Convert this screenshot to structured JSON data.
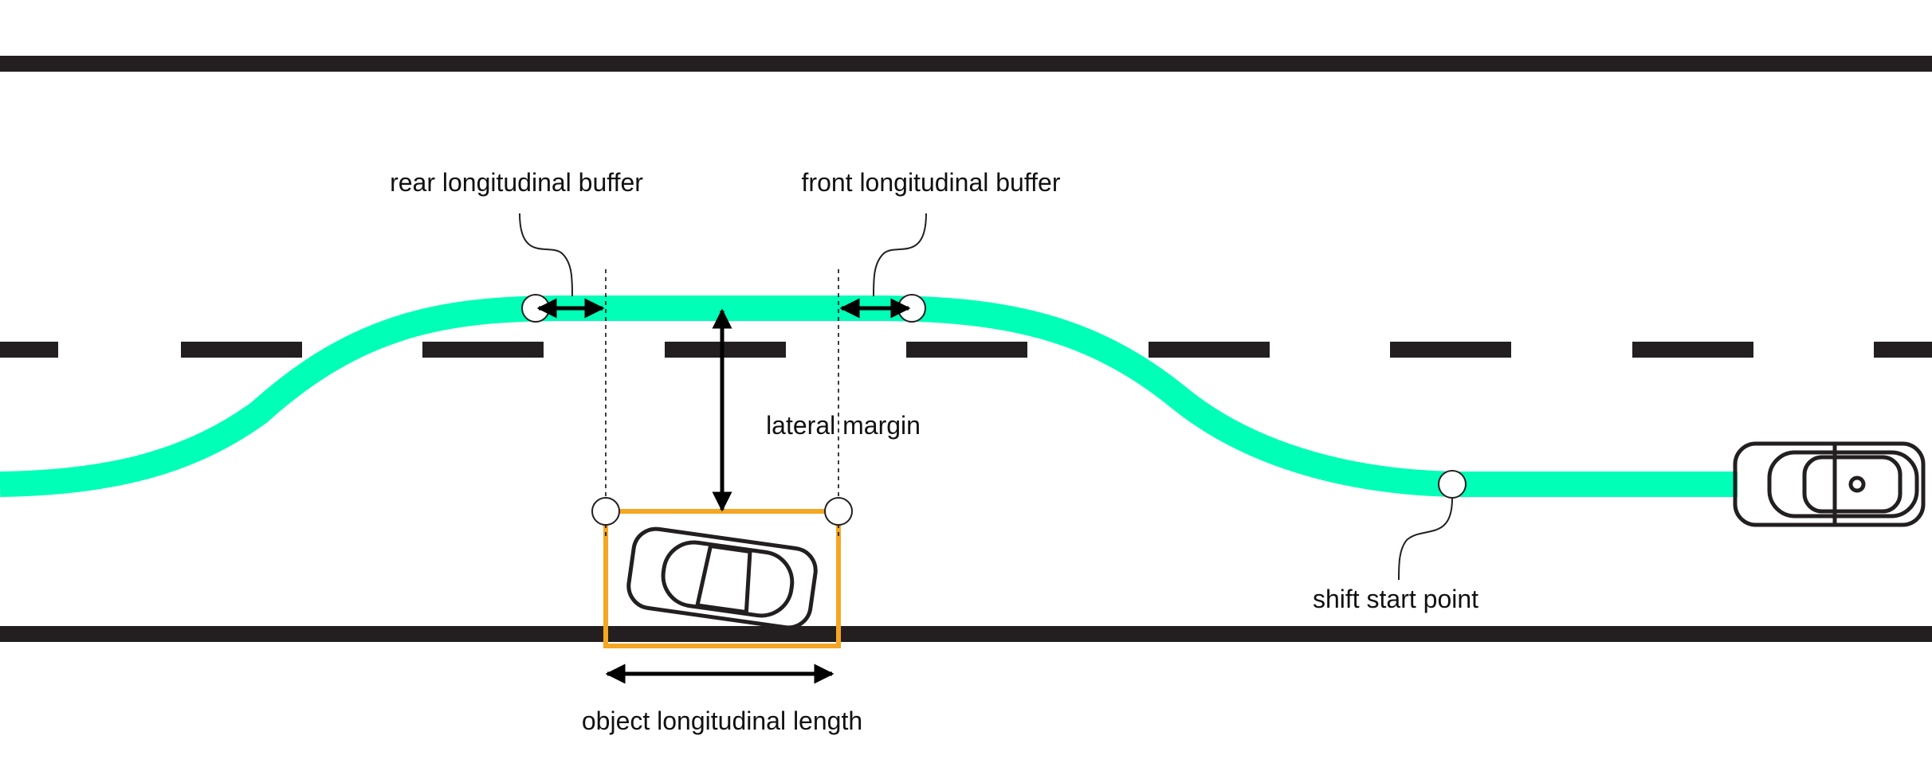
{
  "labels": {
    "rear_buffer": "rear longitudinal buffer",
    "front_buffer": "front longitudinal buffer",
    "lateral_margin": "lateral margin",
    "shift_start": "shift start point",
    "object_length": "object longitudinal length"
  },
  "colors": {
    "path": "#00ffb7",
    "road_line": "#231f20",
    "object_box": "#f5a623",
    "arrow": "#000000",
    "vehicle_outline": "#231f20"
  },
  "icons": {
    "ego_vehicle": "car-top-view-icon",
    "parked_vehicle": "car-top-view-icon"
  }
}
